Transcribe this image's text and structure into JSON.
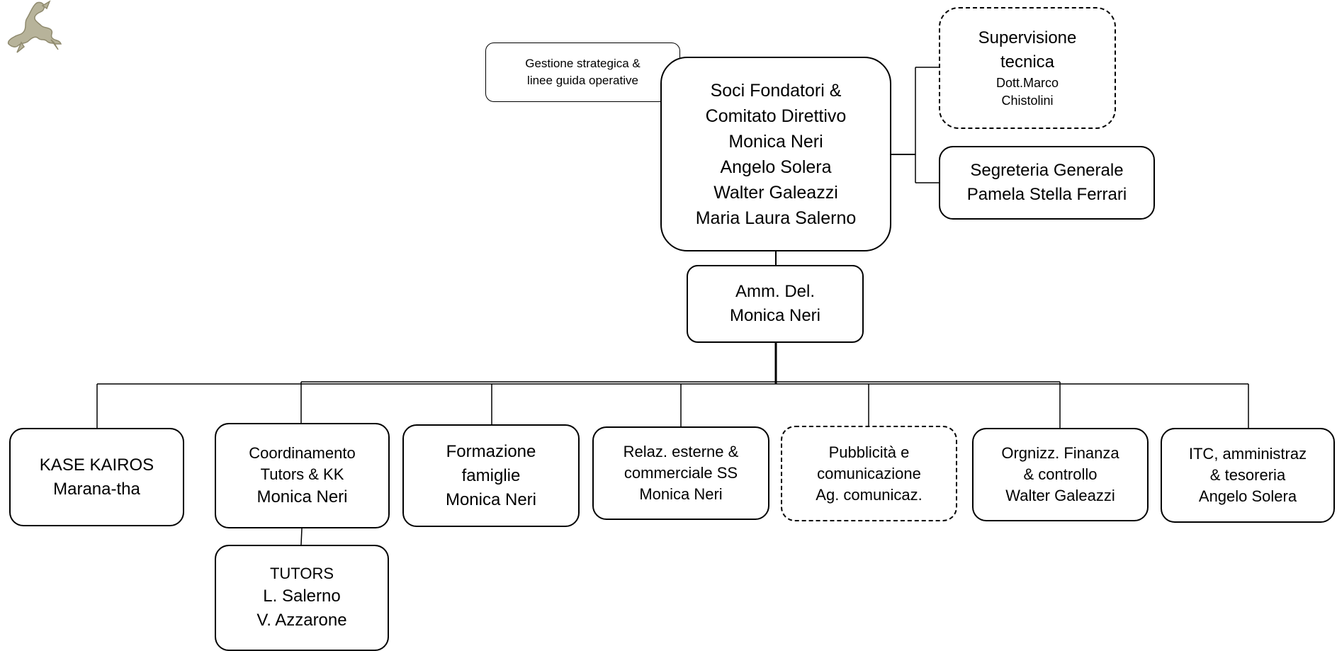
{
  "strategy_note": {
    "lines": [
      "Gestione strategica &",
      "linee guida operative"
    ]
  },
  "founders": {
    "lines": [
      "Soci Fondatori &",
      "Comitato Direttivo",
      "Monica Neri",
      "Angelo Solera",
      "Walter Galeazzi",
      "Maria Laura Salerno"
    ]
  },
  "supervision": {
    "lines": [
      "Supervisione",
      "tecnica",
      "Dott.Marco",
      "Chistolini"
    ]
  },
  "secretariat": {
    "lines": [
      "Segreteria Generale",
      "Pamela Stella Ferrari"
    ]
  },
  "managing_director": {
    "lines": [
      "Amm. Del.",
      "Monica Neri"
    ]
  },
  "departments": [
    {
      "lines": [
        "KASE KAIROS",
        "Marana-tha"
      ]
    },
    {
      "lines": [
        "Coordinamento",
        "Tutors & KK",
        "Monica Neri"
      ]
    },
    {
      "lines": [
        "Formazione",
        "famiglie",
        "Monica Neri"
      ]
    },
    {
      "lines": [
        "Relaz. esterne &",
        "commerciale SS",
        "Monica Neri"
      ]
    },
    {
      "lines": [
        "Pubblicità e",
        "comunicazione",
        "Ag. comunicaz."
      ]
    },
    {
      "lines": [
        "Orgnizz. Finanza",
        "& controllo",
        "Walter Galeazzi"
      ]
    },
    {
      "lines": [
        "ITC, amministraz",
        "& tesoreria",
        "Angelo Solera"
      ]
    }
  ],
  "tutors": {
    "lines": [
      "TUTORS",
      "L. Salerno",
      "V. Azzarone"
    ]
  },
  "logo": {
    "icon": "dragon-logo-icon"
  }
}
